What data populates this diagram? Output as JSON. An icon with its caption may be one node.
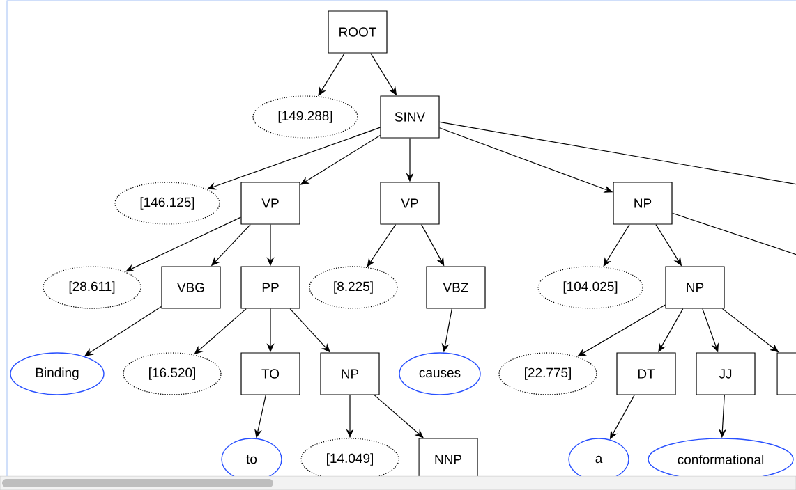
{
  "diagram": {
    "nodes": [
      {
        "text": [
          "ROOT"
        ]
      },
      {
        "text": [
          "[149.288]"
        ]
      },
      {
        "text": [
          "SINV"
        ]
      },
      {
        "text": [
          "[146.125]"
        ]
      },
      {
        "text": [
          "VP"
        ]
      },
      {
        "text": [
          "VP"
        ]
      },
      {
        "text": [
          "NP"
        ]
      },
      {
        "text": [
          "[28.611]"
        ]
      },
      {
        "text": [
          "VBG"
        ]
      },
      {
        "text": [
          "PP"
        ]
      },
      {
        "text": [
          "[8.225]"
        ]
      },
      {
        "text": [
          "VBZ"
        ]
      },
      {
        "text": [
          "[104.025]"
        ]
      },
      {
        "text": [
          "NP"
        ]
      },
      {
        "text": [
          "Binding"
        ]
      },
      {
        "text": [
          "[16.520]"
        ]
      },
      {
        "text": [
          "TO"
        ]
      },
      {
        "text": [
          "NP"
        ]
      },
      {
        "text": [
          "causes"
        ]
      },
      {
        "text": [
          "[22.775]"
        ]
      },
      {
        "text": [
          "DT"
        ]
      },
      {
        "text": [
          "JJ"
        ]
      },
      {
        "text": [],
        "shape": "box"
      },
      {
        "text": [
          "to"
        ]
      },
      {
        "text": [
          "[14.049]"
        ]
      },
      {
        "text": [
          "NNP"
        ]
      },
      {
        "text": [
          "a"
        ]
      },
      {
        "text": [
          "conformational"
        ]
      }
    ],
    "edges": [
      {
        "from": 0,
        "to": 1,
        "arrow": "to"
      },
      {
        "from": 0,
        "to": 2,
        "arrow": "to"
      },
      {
        "from": 2,
        "to": 3,
        "arrow": "to"
      },
      {
        "from": 2,
        "to": 4,
        "arrow": "to"
      },
      {
        "from": 2,
        "to": 5,
        "arrow": "to"
      },
      {
        "from": 2,
        "to": 6,
        "arrow": "to"
      },
      {
        "from": 2,
        "to": null,
        "arrow": "none"
      },
      {
        "from": 4,
        "to": 7,
        "arrow": "to"
      },
      {
        "from": 4,
        "to": 8,
        "arrow": "to"
      },
      {
        "from": 4,
        "to": 9,
        "arrow": "to"
      },
      {
        "from": 5,
        "to": 10,
        "arrow": "to"
      },
      {
        "from": 5,
        "to": 11,
        "arrow": "to"
      },
      {
        "from": 6,
        "to": 12,
        "arrow": "to"
      },
      {
        "from": 6,
        "to": 13,
        "arrow": "to"
      },
      {
        "from": 6,
        "to": null,
        "arrow": "none"
      },
      {
        "from": 8,
        "to": 14,
        "arrow": "to"
      },
      {
        "from": 9,
        "to": 15,
        "arrow": "to"
      },
      {
        "from": 9,
        "to": 16,
        "arrow": "to"
      },
      {
        "from": 9,
        "to": 17,
        "arrow": "to"
      },
      {
        "from": 11,
        "to": 18,
        "arrow": "to"
      },
      {
        "from": 13,
        "to": 19,
        "arrow": "to"
      },
      {
        "from": 13,
        "to": 20,
        "arrow": "to"
      },
      {
        "from": 13,
        "to": 21,
        "arrow": "to"
      },
      {
        "from": 13,
        "to": 22,
        "arrow": "to"
      },
      {
        "from": 16,
        "to": 23,
        "arrow": "to"
      },
      {
        "from": 17,
        "to": 24,
        "arrow": "to"
      },
      {
        "from": 17,
        "to": 25,
        "arrow": "to"
      },
      {
        "from": 20,
        "to": 26,
        "arrow": "to"
      },
      {
        "from": 21,
        "to": 27,
        "arrow": "to"
      }
    ]
  }
}
